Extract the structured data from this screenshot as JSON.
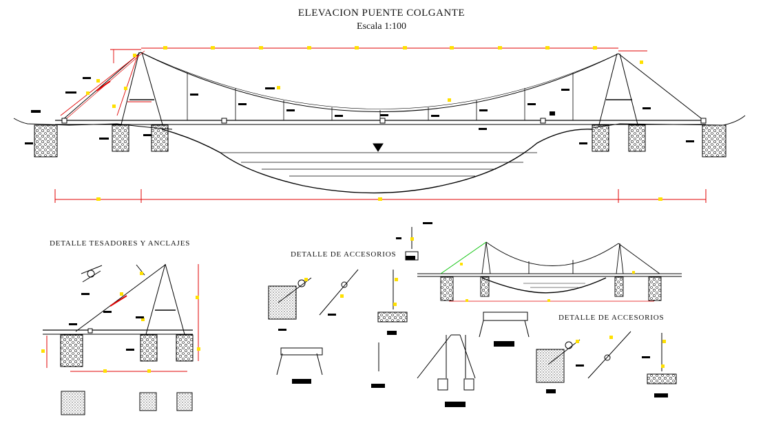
{
  "drawing": {
    "title": "ELEVACION PUENTE COLGANTE",
    "scale": "Escala 1:100"
  },
  "details": {
    "tensioners_anchors": "DETALLE TESADORES Y ANCLAJES",
    "accessories_left": "DETALLE DE ACCESORIOS",
    "accessories_right": "DETALLE DE ACCESORIOS"
  },
  "colors": {
    "line": "#000000",
    "dimension": "#e00000",
    "tag": "#ffe000",
    "highlight": "#00c000"
  }
}
